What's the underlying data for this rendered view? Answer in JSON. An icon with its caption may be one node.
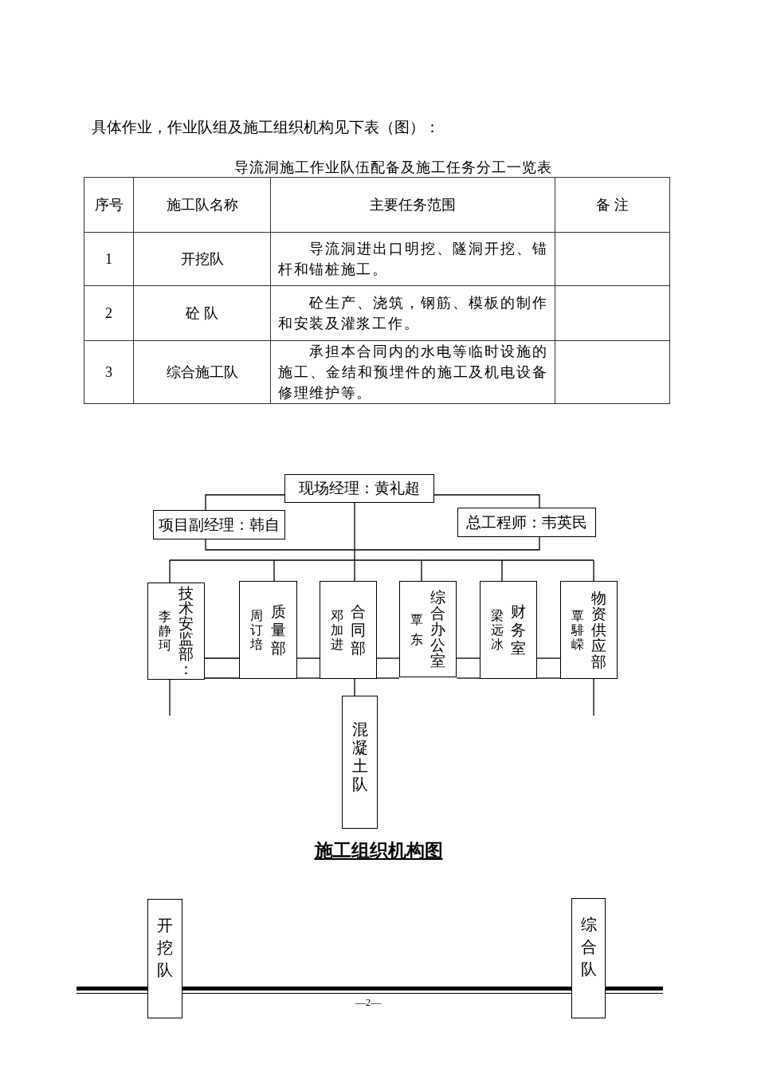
{
  "diagram": {
    "caption": "施工组织机构图",
    "nodes": [
      {
        "text": [
          "现场经理：黄礼超"
        ]
      },
      {
        "text": [
          "项目副经理：韩自"
        ]
      },
      {
        "text": [
          "总工程师：韦英民"
        ]
      },
      {
        "text": [
          "李静珂",
          "技术安监部："
        ]
      },
      {
        "text": [
          "周订培",
          "质量部"
        ]
      },
      {
        "text": [
          "邓加进",
          "合同部"
        ]
      },
      {
        "text": [
          "覃东",
          "综合办公室"
        ]
      },
      {
        "text": [
          "梁远冰",
          "财务室"
        ]
      },
      {
        "text": [
          "覃騑嵘",
          "物资供应部"
        ]
      },
      {
        "text": [
          "混凝土队"
        ]
      },
      {
        "text": [
          "开挖队"
        ]
      },
      {
        "text": [
          "综合队"
        ]
      }
    ],
    "edges": [
      {
        "from": 0,
        "to": 1,
        "arrow": "none"
      },
      {
        "from": 0,
        "to": 2,
        "arrow": "none"
      },
      {
        "from": 1,
        "to": 2,
        "arrow": "none"
      },
      {
        "from": 0,
        "to": 3,
        "arrow": "none"
      },
      {
        "from": 0,
        "to": 4,
        "arrow": "none"
      },
      {
        "from": 0,
        "to": 5,
        "arrow": "none"
      },
      {
        "from": 0,
        "to": 6,
        "arrow": "none"
      },
      {
        "from": 0,
        "to": 7,
        "arrow": "none"
      },
      {
        "from": 0,
        "to": 8,
        "arrow": "none"
      },
      {
        "from": 3,
        "to": 4,
        "arrow": "none"
      },
      {
        "from": 4,
        "to": 5,
        "arrow": "none"
      },
      {
        "from": 5,
        "to": 6,
        "arrow": "none"
      },
      {
        "from": 6,
        "to": 7,
        "arrow": "none"
      },
      {
        "from": 7,
        "to": 8,
        "arrow": "none"
      },
      {
        "from": 3,
        "to": 4,
        "arrow": "none"
      },
      {
        "from": 4,
        "to": 5,
        "arrow": "none"
      },
      {
        "from": 5,
        "to": 6,
        "arrow": "none"
      },
      {
        "from": 6,
        "to": 7,
        "arrow": "none"
      },
      {
        "from": 7,
        "to": 8,
        "arrow": "none"
      },
      {
        "from": 5,
        "to": 9,
        "arrow": "none"
      },
      {
        "from": 3,
        "to": null,
        "arrow": "none"
      },
      {
        "from": 8,
        "to": null,
        "arrow": "none"
      }
    ],
    "labels": [
      "具体作业，作业队组及施工组织机构见下表（图）：",
      "导流洞施工作业队伍配备及施工任务分工一览表",
      "序号",
      "施工队名称",
      "主要任务范围",
      "备 注",
      "1",
      "开挖队",
      "导流洞进出口明挖、隧洞开挖、锚杆和锚桩施工。",
      "2",
      "砼 队",
      "砼生产、浇筑，钢筋、模板的制作和安装及灌浆工作。",
      "3",
      "综合施工队",
      "承担本合同内的水电等临时设施的施工、金结和预埋件的施工及机电设备修理维护等。",
      "—2—"
    ]
  }
}
